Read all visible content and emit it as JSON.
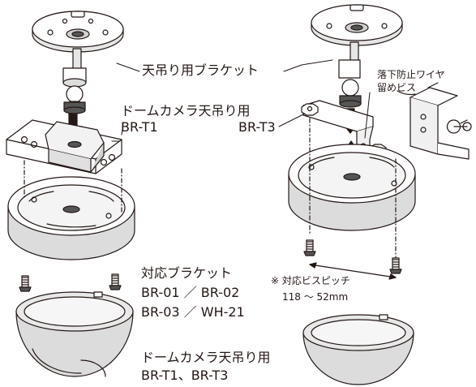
{
  "labels": {
    "ceiling_bracket": "天吊り用ブラケット",
    "dome_ceiling_1": "ドームカメラ天吊り用",
    "br_t1": "BR-T1",
    "br_t3": "BR-T3",
    "fall_wire_line1": "落下防止ワイヤ",
    "fall_wire_line2": "留めビス",
    "compat_title": "対応ブラケット",
    "compat_line1": "BR-01 ／ BR-02",
    "compat_line2": "BR-03 ／ WH-21",
    "pitch_line1": "※ 対応ビスピッチ",
    "pitch_line2": "118 ～ 52mm",
    "dome_ceiling_2": "ドームカメラ天吊り用",
    "br_t1_t3": "BR-T1、BR-T3"
  },
  "colors": {
    "line": "#231815",
    "fill_light": "#ffffff",
    "fill_gray": "#dcdcdc",
    "fill_mid": "#c8c8c8",
    "fill_dark": "#555555"
  }
}
